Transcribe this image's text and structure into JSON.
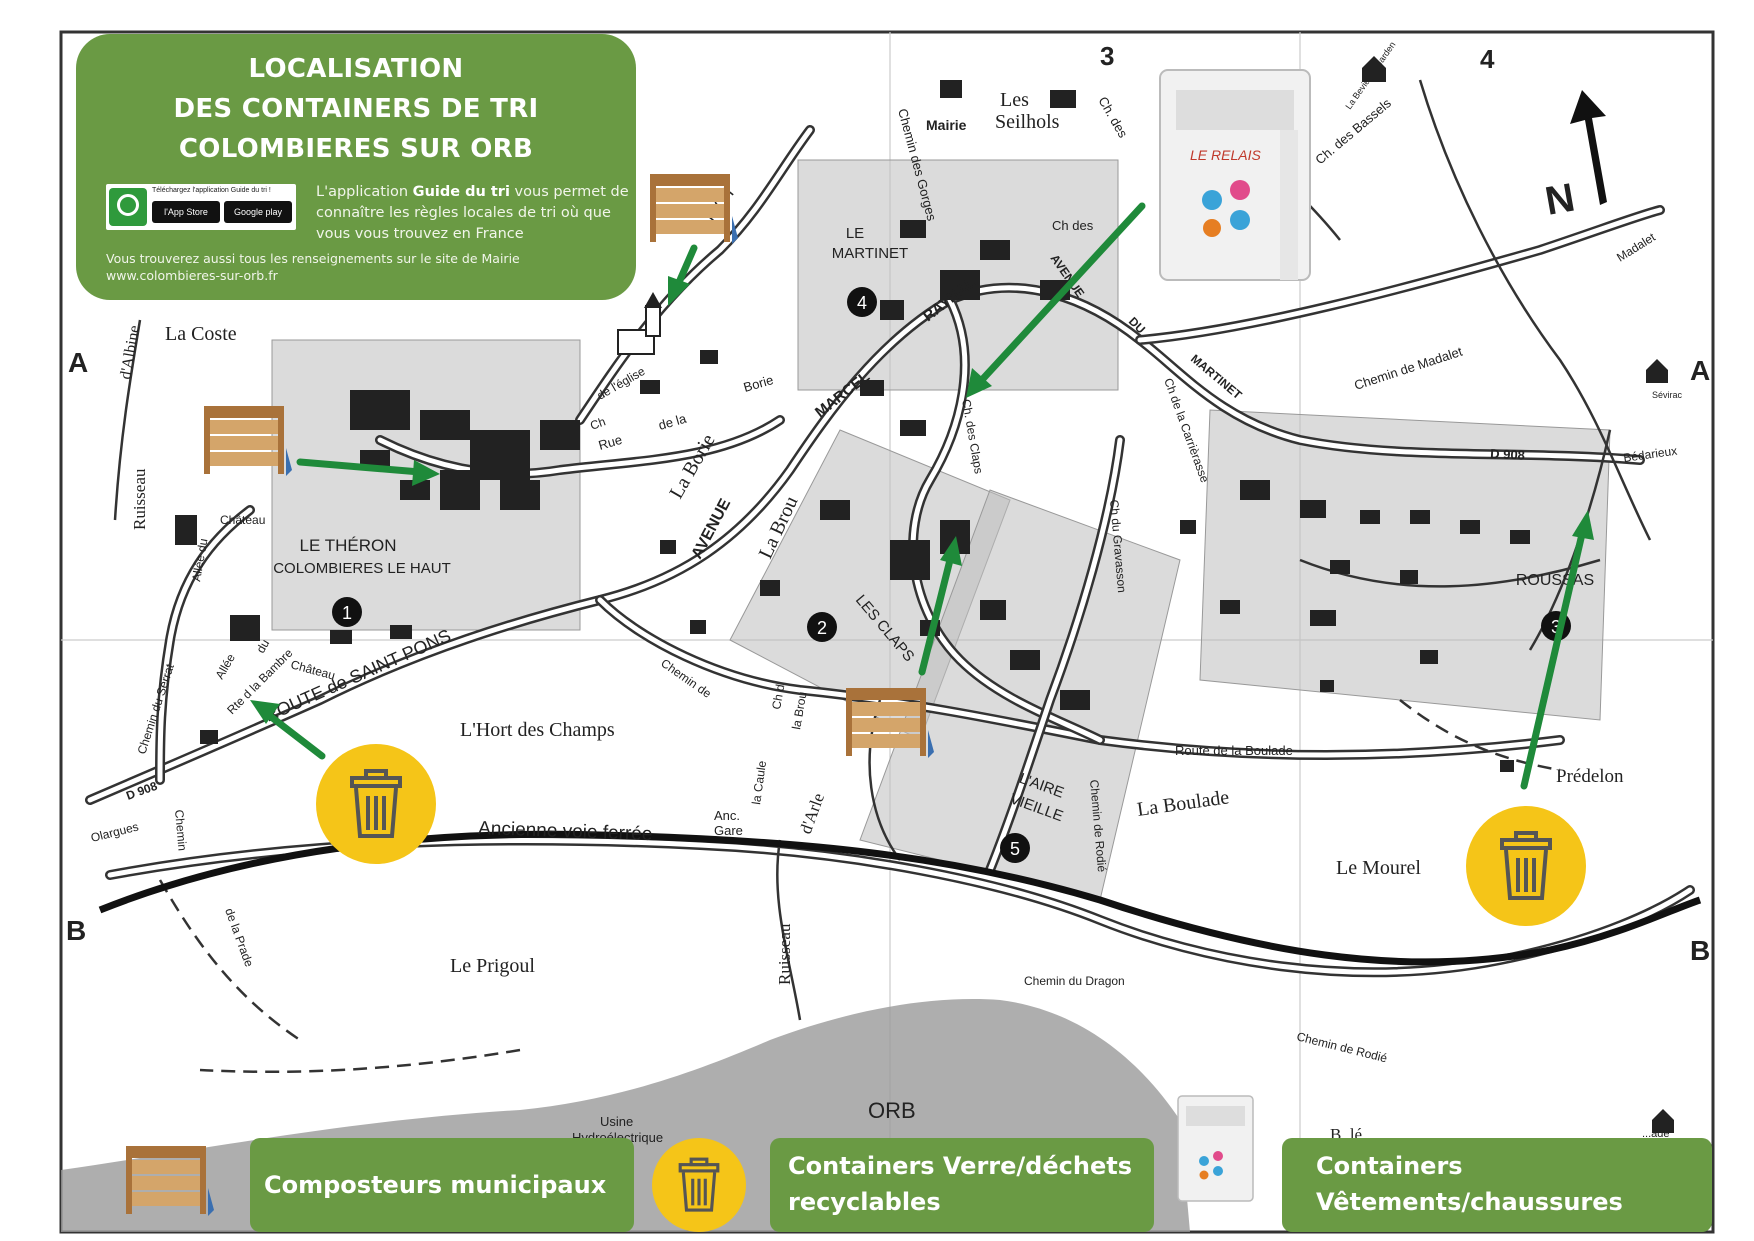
{
  "title": {
    "line1": "LOCALISATION",
    "line2": "DES CONTAINERS DE TRI",
    "line3": "COLOMBIERES SUR ORB"
  },
  "app_badge": {
    "caption": "Téléchargez l'application Guide du tri !",
    "appstore": "l'App Store",
    "googleplay": "Google play"
  },
  "app_desc": {
    "before": "L'application ",
    "bold": "Guide du tri",
    "after": " vous permet de connaître les règles  locales de tri où que vous vous trouvez en France"
  },
  "site_note": {
    "line1": "Vous trouverez aussi tous les renseignements sur le site de Mairie",
    "line2": "www.colombieres-sur-orb.fr"
  },
  "legend": {
    "compost": "Composteurs municipaux",
    "glass_line1": "Containers Verre/déchets",
    "glass_line2": "recyclables",
    "clothes_line1": "Containers",
    "clothes_line2": "Vêtements/chaussures"
  },
  "grid": {
    "col3": "3",
    "col4": "4",
    "rowA_left": "A",
    "rowA_right": "A",
    "rowB_left": "B",
    "rowB_right": "B"
  },
  "north": "N",
  "container_brand": "LE RELAIS",
  "zones": [
    {
      "number": "1",
      "line1": "LE THÉRON",
      "line2": "COLOMBIERES LE HAUT"
    },
    {
      "number": "2",
      "line1": "LES CLAPS",
      "line2": ""
    },
    {
      "number": "3",
      "line1": "ROUSSAS",
      "line2": ""
    },
    {
      "number": "4",
      "line1": "LE",
      "line2": "MARTINET"
    },
    {
      "number": "5",
      "line1": "L'AIRE",
      "line2": "VIEILLE"
    }
  ],
  "places": {
    "la_coste": "La Coste",
    "les_seilhols_1": "Les",
    "les_seilhols_2": "Seilhols",
    "mairie": "Mairie",
    "hort": "L'Hort des Champs",
    "la_boulade": "La Boulade",
    "le_mourel": "Le Mourel",
    "le_prigoul": "Le Prigoul",
    "predelon": "Prédelon",
    "orb": "ORB",
    "la_borie": "La Borie",
    "la_brou": "La Brou",
    "usine1": "Usine",
    "usine2": "Hydroélectrique",
    "anc_gare1": "Anc.",
    "anc_gare2": "Gare",
    "sevirac": "Sévirac",
    "bedarieux": "Bédarieux",
    "olargues": "Olargues",
    "la_bevie": "La Bevie du Garden",
    "ruisseau_left": "Ruisseau",
    "ruisseau_mid": "Ruisseau",
    "d_albine": "d'Albine",
    "d_arle": "d'Arle",
    "bois_partial": "B..lé..",
    "bois_right": "...ade"
  },
  "roads": {
    "d908_left": "D 908",
    "d908_right": "D 908",
    "route_st_pons": "ROUTE de SAINT PONS",
    "voie_ferree": "Ancienne voie ferrée",
    "avenue": "AVENUE",
    "marcel": "MARCEL",
    "raynal": "RAYNAL",
    "avenue_du_martinet_1": "AVENUE",
    "avenue_du_martinet_2": "DU",
    "avenue_du_martinet_3": "MARTINET",
    "chemin_madalet": "Chemin de Madalet",
    "madalet": "Madalet",
    "route_boulade": "Route de la Boulade",
    "chemin_dragon": "Chemin du Dragon",
    "chemin_rodie": "Chemin de Rodié",
    "chemin_rodie2": "Chemin de Rodié",
    "chemin_gorges": "Chemin des Gorges",
    "ch_claps": "Ch. des Claps",
    "ch_gravasson": "Ch du Gravasson",
    "ch_carrierasse": "Ch de la Carrièrasse",
    "ch_des_1": "Ch des",
    "ch_des_2": "Ch. des",
    "ch_bassels": "Ch. des Bassels",
    "fci": "F C I",
    "rue_borie_1": "Rue",
    "rue_borie_2": "de la",
    "rue_borie_3": "Borie",
    "rue_eglise_1": "Ch",
    "rue_eglise_2": "de l'église",
    "allee_chateau_1": "Allée du",
    "allee_chateau_2": "Château",
    "allee_chateau_3": "Allée",
    "allee_chateau_4": "du",
    "allee_chateau_5": "Château",
    "chemin_serrat": "Chemin du Serrat",
    "rte_bambre": "Rte d la Bambre",
    "chemin_prade_1": "Chemin",
    "chemin_prade_2": "de la Prade",
    "chemin_de": "Chemin de",
    "ch_brou_1": "Ch d",
    "ch_brou_2": "la Brou",
    "la_caule": "la Caule"
  },
  "colors": {
    "green_panel": "#6a9a44",
    "arrow_green": "#1f8a3a",
    "bin_yellow": "#f5c518",
    "zone_gray": "#bdbdbd"
  }
}
